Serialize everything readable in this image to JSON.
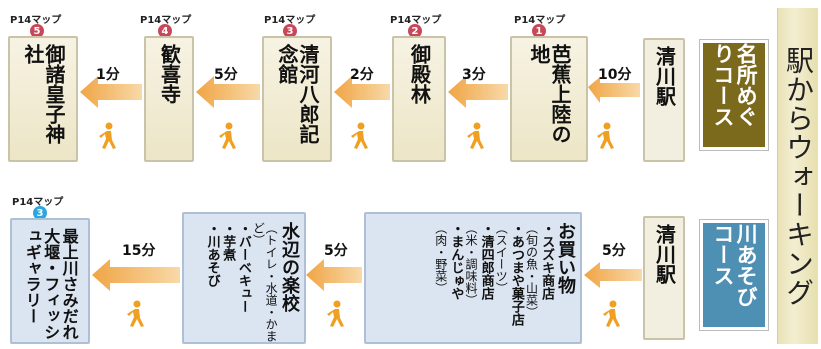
{
  "title": "駅からウォーキング",
  "course1": {
    "label": "名所めぐりコース",
    "start": "清川駅",
    "stops": [
      {
        "map": "P14マップ",
        "num": "1",
        "name": "芭蕉上陸の地",
        "time": "10分"
      },
      {
        "map": "P14マップ",
        "num": "2",
        "name": "御殿林",
        "time": "3分"
      },
      {
        "map": "P14マップ",
        "num": "3",
        "name": "清河八郎記念館",
        "time": "2分"
      },
      {
        "map": "P14マップ",
        "num": "4",
        "name": "歓喜寺",
        "time": "5分"
      },
      {
        "map": "P14マップ",
        "num": "5",
        "name": "御諸皇子神社",
        "time": "1分"
      }
    ]
  },
  "course2": {
    "label": "川あそびコース",
    "start": "清川駅",
    "time1": "5分",
    "shopping": {
      "heading": "お買い物",
      "items": [
        {
          "name": "・スズキ商店",
          "note": "（旬の魚・山菜）"
        },
        {
          "name": "・あつまや菓子店",
          "note": "（スイーツ）"
        },
        {
          "name": "・清四郎商店",
          "note": "（米・調味料）"
        },
        {
          "name": "・まんじゅや",
          "note": "（肉・野菜）"
        }
      ]
    },
    "time2": "5分",
    "waterside": {
      "heading": "水辺の楽校",
      "note": "（トイレ・水道・かまど）",
      "items": [
        "・バーベキュー",
        "・芋煮",
        "・川あそび"
      ]
    },
    "time3": "15分",
    "gallery": {
      "map": "P14マップ",
      "num": "3",
      "name": "最上川さみだれ大堰・フィッシュギャラリー"
    }
  }
}
